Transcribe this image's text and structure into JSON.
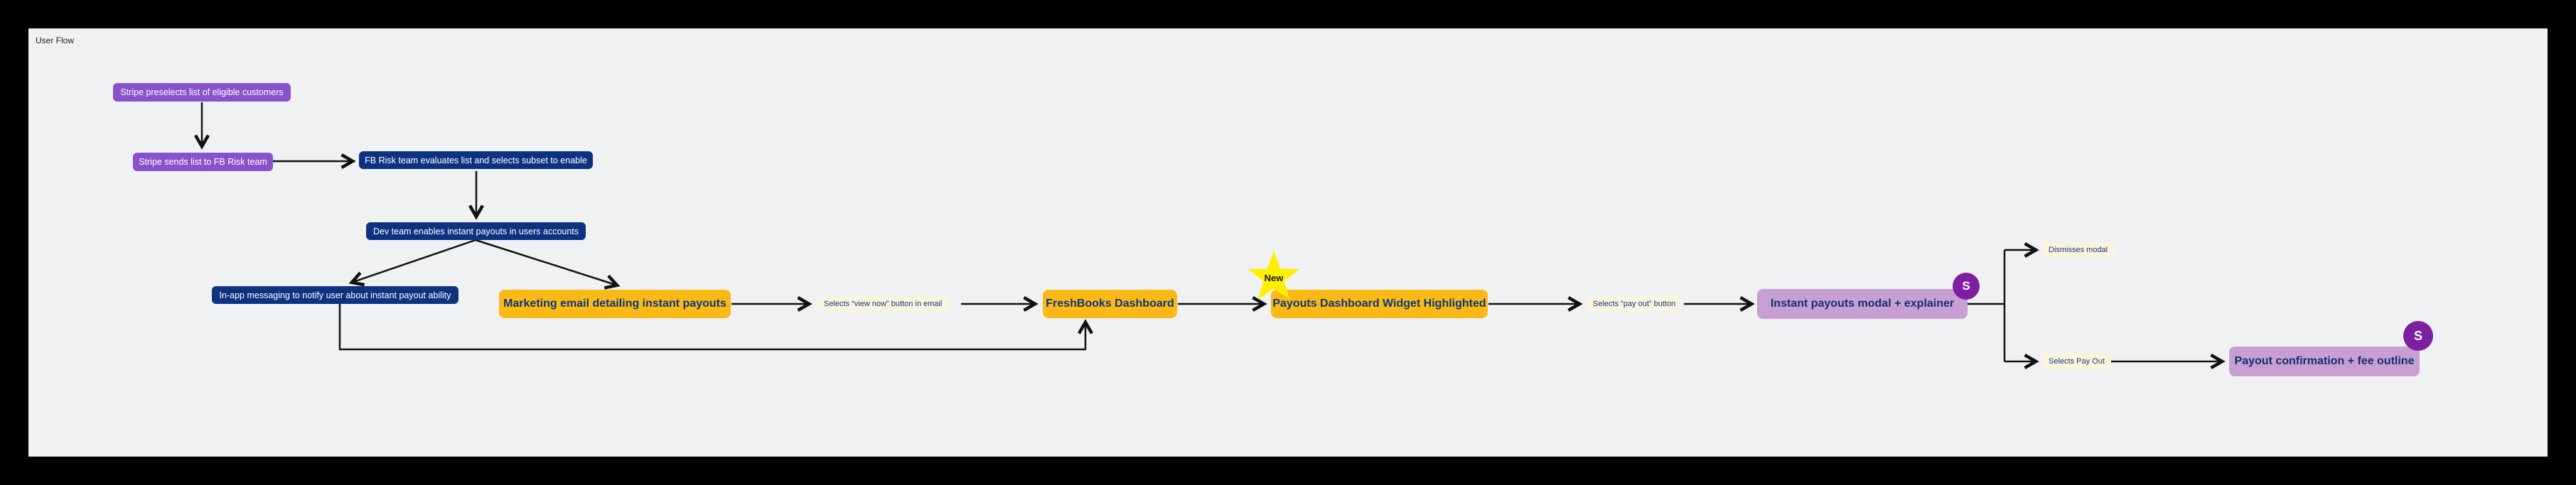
{
  "title": "User Flow",
  "badges": {
    "stripe": "S",
    "new": "New"
  },
  "nodes": {
    "stripe_preselects": "Stripe preselects list of eligible customers",
    "stripe_sends": "Stripe sends list to FB Risk team",
    "fb_risk": "FB Risk team evaluates list and selects subset to enable",
    "dev_team": "Dev team enables instant payouts in users accounts",
    "inapp_messaging": "In-app messaging to notify user about instant payout ability",
    "marketing_email": "Marketing email detailing instant payouts",
    "freshbooks_dashboard": "FreshBooks Dashboard",
    "payouts_widget": "Payouts Dashboard Widget Highlighted",
    "instant_modal": "Instant payouts modal + explainer",
    "payout_confirmation": "Payout confirmation + fee outline"
  },
  "edge_labels": {
    "view_now": "Selects “view now” button in email",
    "pay_out": "Selects “pay out” button",
    "dismiss": "Dismisses modal",
    "select_pay_out": "Selects  Pay Out"
  },
  "colors": {
    "canvas_bg": "#F0F1F2",
    "frame": "#000000",
    "purple_node": "#8952CC",
    "navy_node": "#0D3380",
    "gold_node": "#FBB915",
    "lavender_node": "#C79FD3",
    "stripe_badge": "#7D1EA3",
    "star_yellow": "#FFF000",
    "edge_label_bg": "#FAF4DC",
    "connector": "#111111",
    "light_text": "#FFFFFF",
    "dark_text": "#0D3380"
  }
}
